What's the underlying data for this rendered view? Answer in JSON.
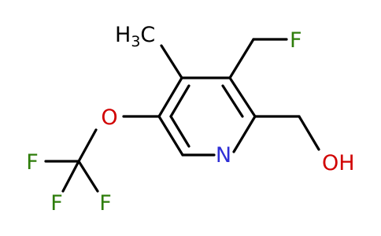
{
  "molecule": {
    "atoms": {
      "nitrogen": "N",
      "hydroxyl": "OH",
      "ether_oxygen": "O",
      "fluoromethyl_f": "F",
      "cf3_f1": "F",
      "cf3_f2": "F",
      "cf3_f3": "F",
      "methyl_h": "H",
      "methyl_h_count": "3",
      "methyl_c": "C"
    },
    "colors": {
      "bond": "#000000",
      "nitrogen": "#2f2fd6",
      "oxygen": "#d10000",
      "fluorine": "#2e7d0a",
      "carbon": "#000000"
    }
  }
}
